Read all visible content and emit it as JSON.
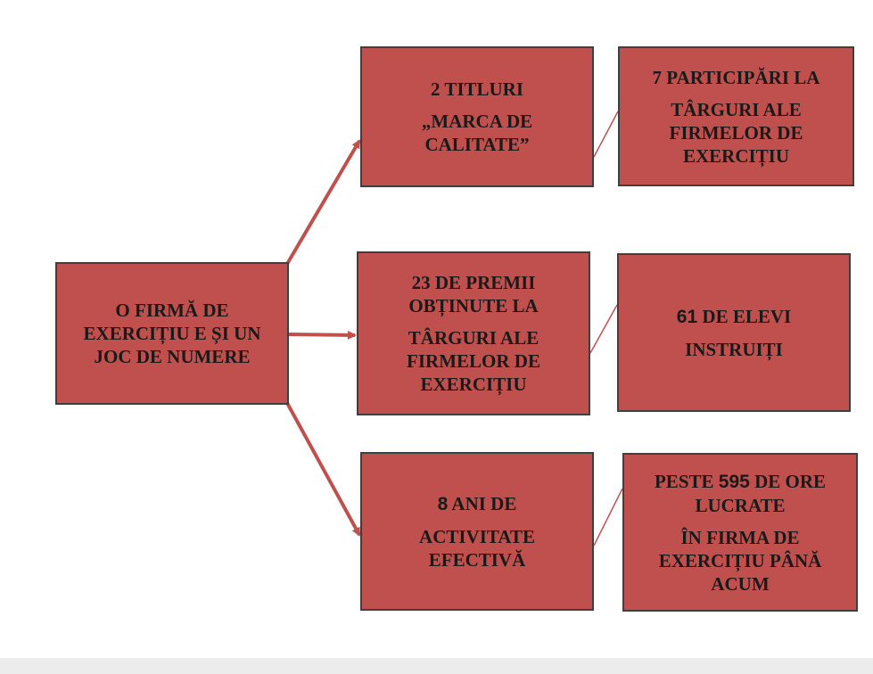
{
  "diagram": {
    "root": {
      "lines": [
        "O FIRMĂ DE",
        "EXERCIȚIU E ȘI UN",
        "JOC DE NUMERE"
      ]
    },
    "branches": [
      {
        "middle": {
          "lines": [
            "2 TITLURI",
            "„MARCA DE",
            "CALITATE”"
          ]
        },
        "right": {
          "lines": [
            "7 PARTICIPĂRI LA",
            "TÂRGURI ALE",
            "FIRMELOR DE",
            "EXERCIȚIU"
          ]
        }
      },
      {
        "middle": {
          "lines": [
            "23 DE PREMII",
            "OBȚINUTE LA",
            "TÂRGURI ALE",
            "FIRMELOR DE",
            "EXERCIȚIU"
          ]
        },
        "right": {
          "number": "61",
          "lines": [
            "DE ELEVI",
            "INSTRUIȚI"
          ]
        }
      },
      {
        "middle": {
          "number": "8",
          "lines": [
            "ANI DE",
            "ACTIVITATE",
            "EFECTIVĂ"
          ]
        },
        "right": {
          "prefix": "PESTE",
          "number": "595",
          "lines": [
            "DE ORE",
            "LUCRATE",
            "ÎN FIRMA DE",
            "EXERCIȚIU PÂNĂ",
            "ACUM"
          ]
        }
      }
    ],
    "colors": {
      "box_fill": "#c0504d",
      "box_border": "#3f3f3f",
      "arrow": "#c0504d",
      "connector": "#c0504d",
      "text": "#1a1a1a"
    }
  }
}
